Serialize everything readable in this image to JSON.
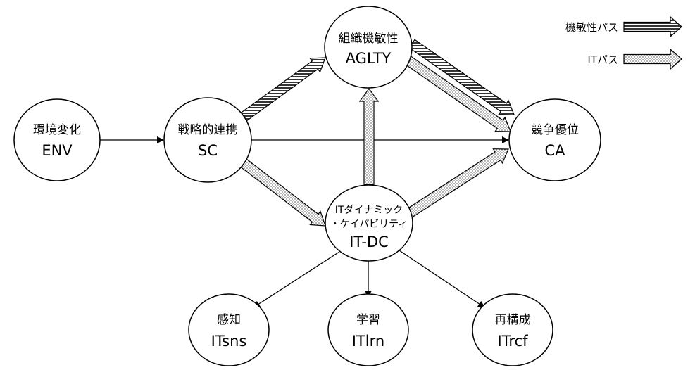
{
  "nodes": {
    "env": {
      "label_ja": "環境変化",
      "label_en": "ENV"
    },
    "sc": {
      "label_ja": "戦略的連携",
      "label_en": "SC"
    },
    "aglty": {
      "label_ja": "組織機敏性",
      "label_en": "AGLTY"
    },
    "ca": {
      "label_ja": "競争優位",
      "label_en": "CA"
    },
    "itdc": {
      "label_ja_line1": "ITダイナミック",
      "label_ja_line2": "・ケイパビリティ",
      "label_en": "IT-DC"
    },
    "itsns": {
      "label_ja": "感知",
      "label_en": "ITsns"
    },
    "itlrn": {
      "label_ja": "学習",
      "label_en": "ITlrn"
    },
    "itrcf": {
      "label_ja": "再構成",
      "label_en": "ITrcf"
    }
  },
  "legend": {
    "agility_path": "機敏性パス",
    "it_path": "ITパス"
  },
  "colors": {
    "stroke": "#000000",
    "fill": "#ffffff",
    "hatch": "#000000",
    "dots": "#000000"
  }
}
